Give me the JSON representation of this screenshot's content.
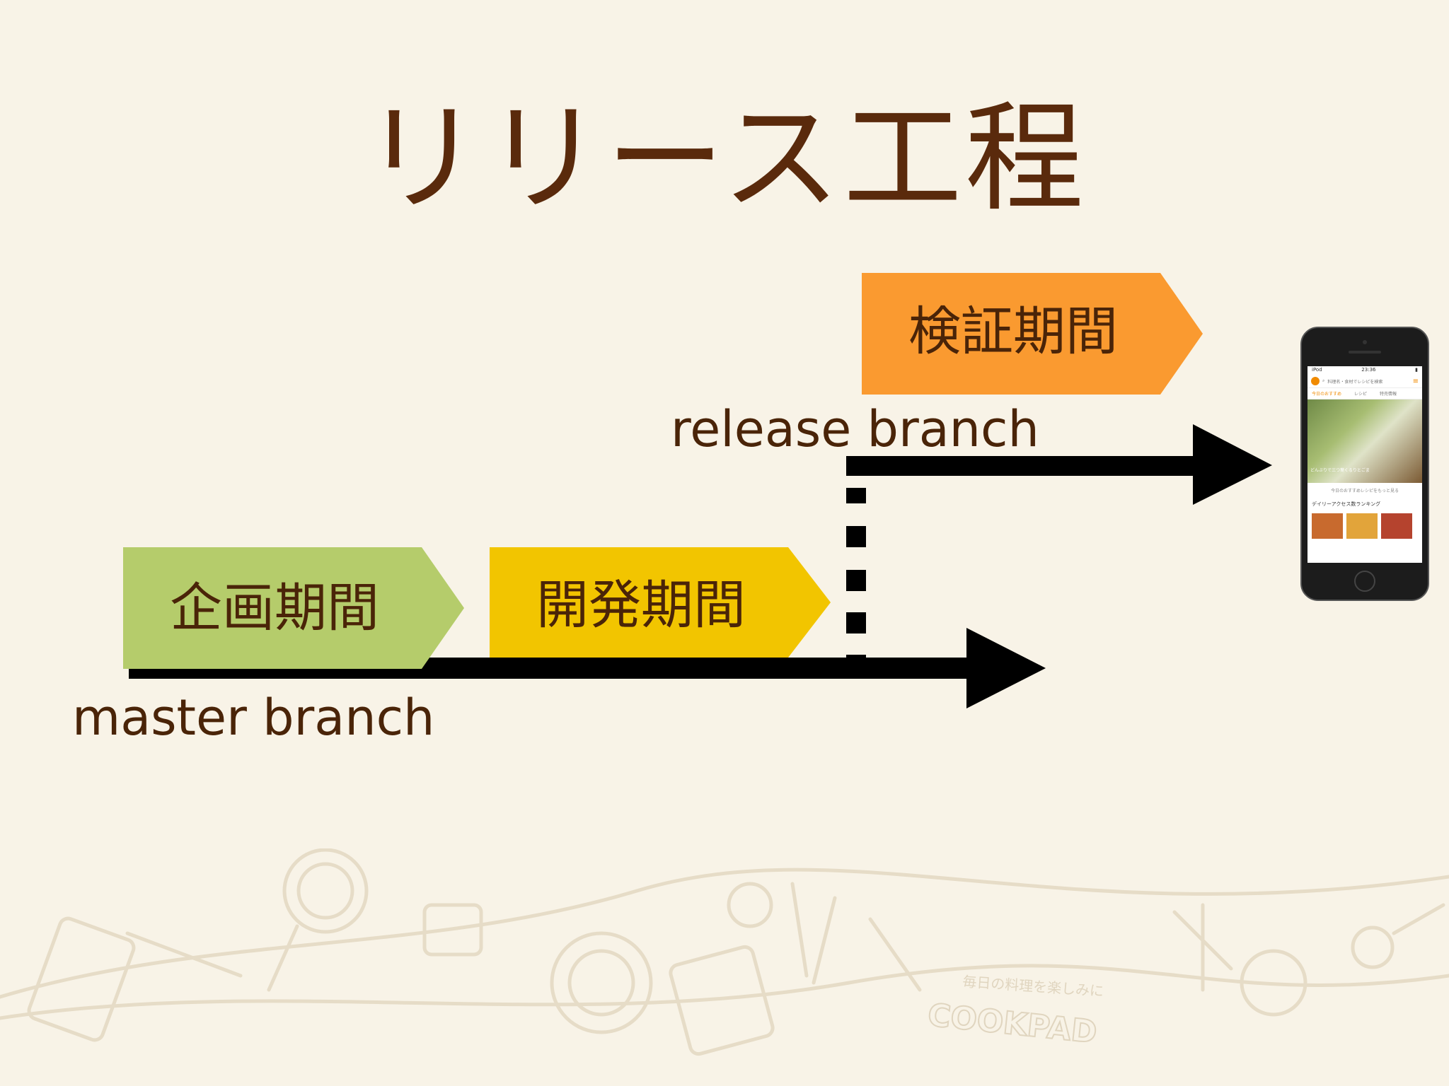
{
  "title": "リリース工程",
  "phases": {
    "plan": {
      "label": "企画期間",
      "color": "#b5cc6b"
    },
    "dev": {
      "label": "開発期間",
      "color": "#f2c500"
    },
    "verify": {
      "label": "検証期間",
      "color": "#fa9a30"
    }
  },
  "branches": {
    "release": "release branch",
    "master": "master branch"
  },
  "phone": {
    "icon": "smartphone-app-icon",
    "status": {
      "left": "iPod",
      "time": "23:36"
    },
    "search_placeholder": "料理名・食材でレシピを検索",
    "tabs": [
      "今日のおすすめ",
      "レシピ",
      "特売情報"
    ],
    "hero_caption": "どんぶりで三つ葉くるりとごま",
    "more_link": "今日のおすすめレシピをもっと見る",
    "ranking": "デイリーアクセス数ランキング"
  },
  "footer": {
    "tagline": "毎日の料理を楽しみに",
    "brand": "COOKPAD"
  }
}
